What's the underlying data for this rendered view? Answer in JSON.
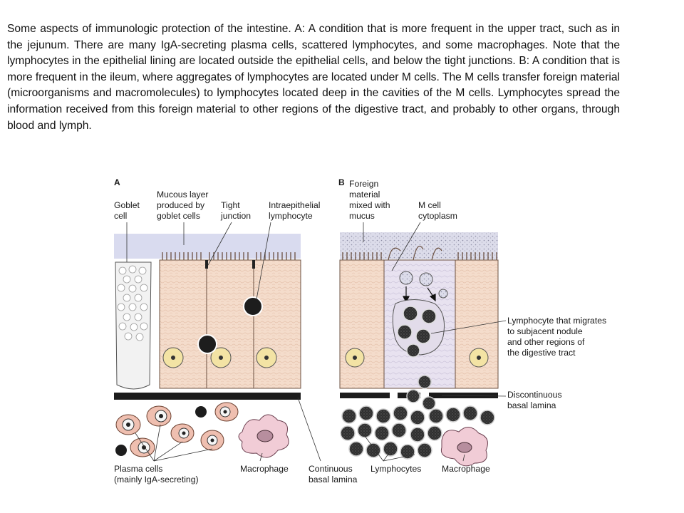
{
  "caption": "Some aspects of immunologic protection of the intestine. A: A condition that is more frequent in the upper tract, such as in the jejunum. There are many IgA-secreting plasma cells, scattered lymphocytes, and some macrophages. Note that the lymphocytes in the epithelial lining are located outside the epithelial cells, and below the tight junctions. B: A condition that is more frequent in the ileum, where aggregates of lymphocytes are located under M cells. The M cells transfer foreign material (microorganisms and macromolecules) to lymphocytes located deep in the cavities of the M cells. Lymphocytes spread the information received from this foreign material to other regions of the digestive tract, and probably to other organs, through blood and lymph.",
  "panel_a": {
    "letter": "A",
    "goblet": [
      "Goblet",
      "cell"
    ],
    "mucous": [
      "Mucous layer",
      "produced by",
      "goblet cells"
    ],
    "tight": [
      "Tight",
      "junction"
    ],
    "intra": [
      "Intraepithelial",
      "lymphocyte"
    ],
    "plasma": [
      "Plasma cells",
      "(mainly IgA-secreting)"
    ],
    "macrophage": "Macrophage",
    "continuous": [
      "Continuous",
      "basal lamina"
    ]
  },
  "panel_b": {
    "letter": "B",
    "foreign": [
      "Foreign",
      "material",
      "mixed with",
      "mucus"
    ],
    "mcell": [
      "M cell",
      "cytoplasm"
    ],
    "migrates": [
      "Lymphocyte that migrates",
      "to subjacent nodule",
      "and other regions of",
      "the digestive tract"
    ],
    "discontinuous": [
      "Discontinuous",
      "basal lamina"
    ],
    "lymphocytes": "Lymphocytes",
    "macrophage": "Macrophage"
  },
  "colors": {
    "mucus": "#d9dbef",
    "cell": "#f4d9c8",
    "mcell": "#e6e0ef",
    "nucleus": "#f3e3a4",
    "plasma": "#efbfb0",
    "lamina": "#1c1c1c"
  }
}
